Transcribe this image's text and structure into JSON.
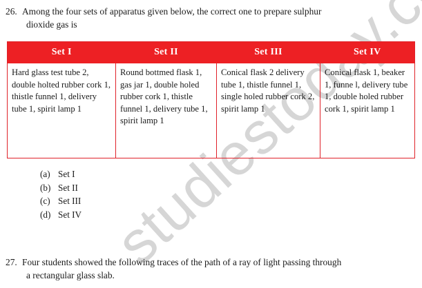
{
  "watermark": {
    "text": "studiestoday.com",
    "color": "#cfcfcf"
  },
  "colors": {
    "header_red": "#ed2024",
    "border_red": "#e02028",
    "text": "#1a1a1a",
    "header_text": "#ffffff"
  },
  "question_26": {
    "number": "26.",
    "line1": "Among the four sets of apparatus given below, the correct one to prepare sulphur",
    "line2": "dioxide gas is"
  },
  "table": {
    "headers": [
      "Set I",
      "Set II",
      "Set III",
      "Set IV"
    ],
    "rows": [
      {
        "set_1": "Hard glass test tube 2, double holted rubber cork 1, thistle funnel 1, delivery tube 1, spirit lamp 1",
        "set_2": "Round bottmed flask 1, gas jar 1, double holed rubber cork 1, thistle funnel 1, delivery tube 1, spirit lamp 1",
        "set_3": "Conical flask 2 delivery tube 1, thistle funnel 1, single holed rubber cork 2, spirit lamp 1",
        "set_4": "Conical flask 1, beaker 1, funne l, delivery tube 1, double holed rubber cork 1, spirit lamp 1"
      }
    ]
  },
  "options": [
    {
      "key": "(a)",
      "label": "Set I"
    },
    {
      "key": "(b)",
      "label": "Set II"
    },
    {
      "key": "(c)",
      "label": "Set III"
    },
    {
      "key": "(d)",
      "label": "Set IV"
    }
  ],
  "question_27": {
    "number": "27.",
    "line1": "Four students showed the following traces of the path of a ray of light passing through",
    "line2": "a rectangular glass slab."
  }
}
